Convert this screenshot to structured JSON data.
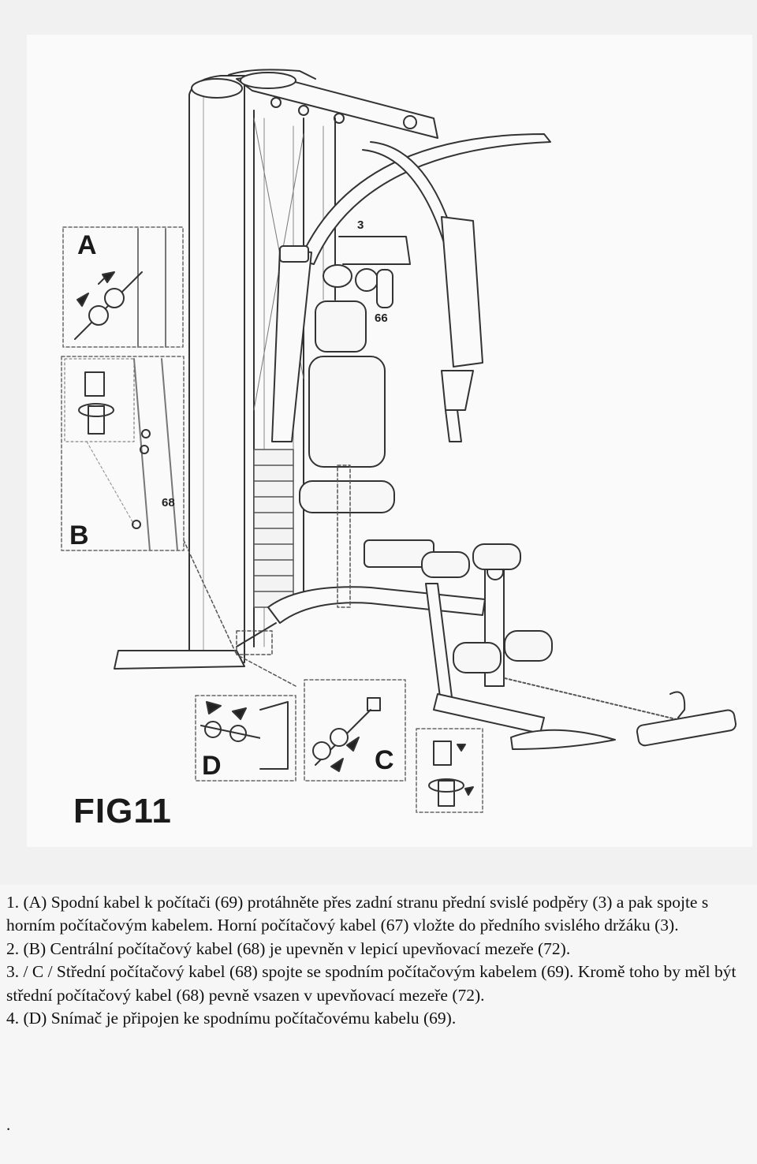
{
  "figure": {
    "label": "FIG11",
    "callouts": {
      "a": "A",
      "b": "B",
      "c": "C",
      "d": "D"
    },
    "part_numbers": {
      "p3": "3",
      "p66": "66",
      "p68": "68"
    }
  },
  "instructions": [
    "1. (A) Spodní kabel k počítači (69) protáhněte přes zadní stranu přední svislé podpěry (3) a pak spojte s horním počítačovým kabelem. Horní počítačový kabel (67) vložte do předního svislého držáku (3).",
    "2. (B) Centrální počítačový kabel (68) je upevněn v lepicí upevňovací mezeře (72).",
    "3. / C / Střední počítačový kabel (68) spojte se spodním počítačovým kabelem (69). Kromě toho by měl být střední počítačový kabel (68) pevně vsazen v upevňovací mezeře (72).",
    "4. (D) Snímač je připojen ke spodnímu počítačovému kabelu (69)."
  ],
  "trailing_text": "."
}
